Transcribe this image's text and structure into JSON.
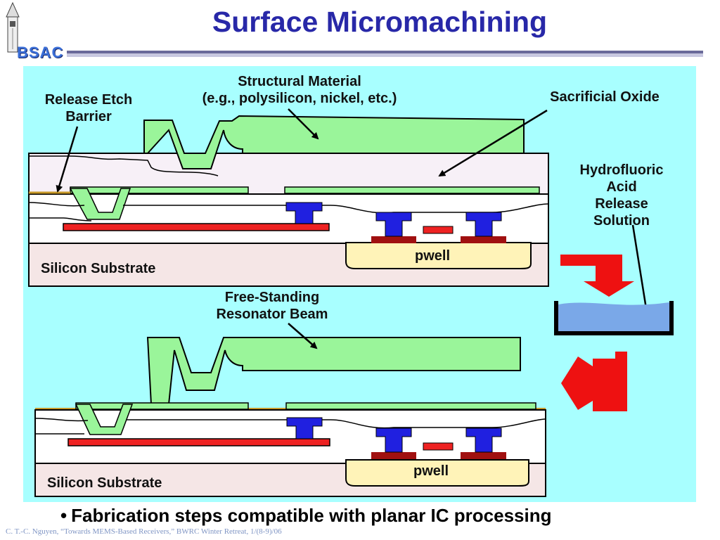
{
  "logo": {
    "text": "BSAC"
  },
  "title": "Surface Micromachining",
  "labels": {
    "release_etch_barrier_1": "Release Etch",
    "release_etch_barrier_2": "Barrier",
    "structural_material_1": "Structural Material",
    "structural_material_2": "(e.g., polysilicon, nickel, etc.)",
    "sacrificial_oxide": "Sacrificial Oxide",
    "hf_1": "Hydrofluoric",
    "hf_2": "Acid",
    "hf_3": "Release",
    "hf_4": "Solution",
    "free_standing_1": "Free-Standing",
    "free_standing_2": "Resonator Beam",
    "silicon_substrate_top": "Silicon Substrate",
    "silicon_substrate_bottom": "Silicon Substrate",
    "pwell_top": "pwell",
    "pwell_bottom": "pwell"
  },
  "bullet": "Fabrication steps compatible with planar IC processing",
  "footer": "C. T.-C. Nguyen, “Towards MEMS-Based Receivers,” BWRC Winter Retreat, 1/(8-9)/06",
  "colors": {
    "title": "#2828a8",
    "panel_bg": "#a8ffff",
    "structural": "#9af59a",
    "sacrificial_oxide": "#f7f0f7",
    "substrate": "#f5e6e6",
    "pwell": "#fff3b8",
    "metal": "#2020e0",
    "poly_red": "#ee2222",
    "arrow_red": "#ee1111",
    "hf_liquid": "#7aa8e8"
  }
}
